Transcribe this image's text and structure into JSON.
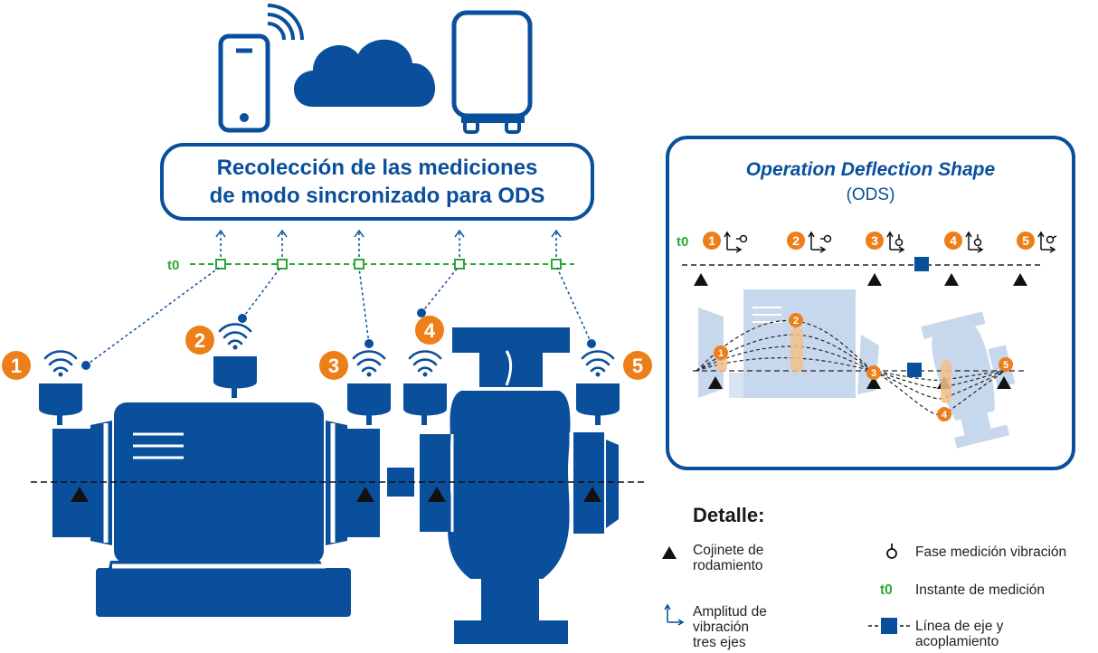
{
  "header": {
    "line1": "Recolección de las mediciones",
    "line2": "de modo sincronizado para ODS"
  },
  "timeline_label": "t0",
  "sensors": [
    "1",
    "2",
    "3",
    "4",
    "5"
  ],
  "ods": {
    "title": "Operation Deflection Shape",
    "subtitle": "(ODS)",
    "t0": "t0",
    "points": [
      "1",
      "2",
      "3",
      "4",
      "5"
    ]
  },
  "legend": {
    "title": "Detalle:",
    "bearing": [
      "Cojinete de",
      "rodamiento"
    ],
    "amplitude": [
      "Amplitud de",
      "vibración",
      "tres ejes"
    ],
    "phase": "Fase medición vibración",
    "t0_symbol": "t0",
    "t0_label": "Instante de medición",
    "shaft": [
      "Línea de eje y",
      "acoplamiento"
    ]
  },
  "colors": {
    "blue": "#0a4f9c",
    "orange": "#ec7f1a",
    "green": "#2aa836",
    "light_blue": "#c8d8ec"
  },
  "icons": [
    "smartphone-icon",
    "wifi-icon",
    "cloud-icon",
    "gateway-icon",
    "sensor-icon",
    "bearing-icon",
    "axes-icon",
    "phase-icon"
  ]
}
